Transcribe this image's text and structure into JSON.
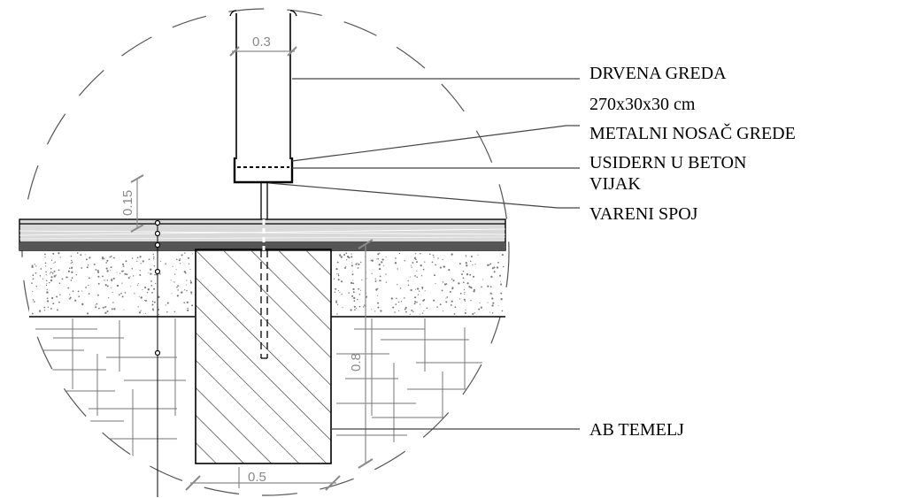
{
  "labels": {
    "beam": "DRVENA GREDA",
    "beam_size": "270x30x30 cm",
    "holder": "METALNI NOSAČ GREDE",
    "anchored": "USIDERN U BETON",
    "bolt": "VIJAK",
    "weld": "VARENI SPOJ",
    "foundation": "AB TEMELJ"
  },
  "dimensions": {
    "beam_width": "0.3",
    "gap": "0.15",
    "depth": "0.8",
    "footing_width": "0.5"
  },
  "colors": {
    "line": "#000000",
    "dimension": "#8a8a8a",
    "hatch": "#444444",
    "concrete_dots": "#7a7a7a"
  }
}
